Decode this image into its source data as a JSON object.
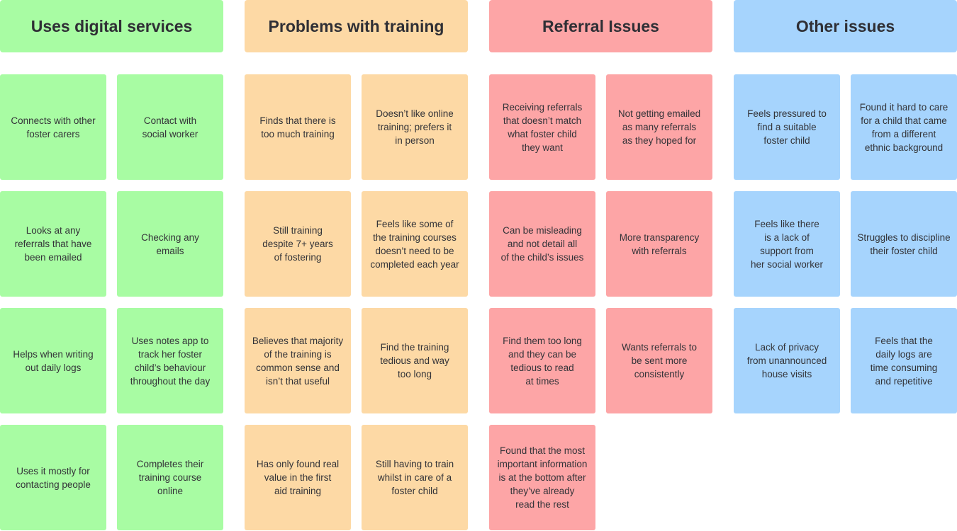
{
  "columns": [
    {
      "title": "Uses digital services",
      "color": "#a8fca3",
      "notes": [
        "Connects with other\nfoster carers",
        "Contact with\nsocial worker",
        "Looks at any\nreferrals that have\nbeen emailed",
        "Checking any\nemails",
        "Helps when writing\nout daily logs",
        "Uses notes app to\ntrack her foster\nchild’s behaviour\nthroughout the day",
        "Uses it mostly for\ncontacting people",
        "Completes their\ntraining course\nonline"
      ]
    },
    {
      "title": "Problems with training",
      "color": "#fdd9a5",
      "notes": [
        "Finds that there is\ntoo much training",
        "Doesn’t like online\ntraining; prefers it\nin person",
        "Still training\ndespite 7+ years\nof fostering",
        "Feels like some of\nthe training courses\ndoesn’t need to be\ncompleted each year",
        "Believes that majority\nof the training is\ncommon sense and\nisn’t that useful",
        "Find the training\ntedious and way\ntoo long",
        "Has only found real\nvalue in the first\naid training",
        "Still having to train\nwhilst in care of a\nfoster child"
      ]
    },
    {
      "title": "Referral Issues",
      "color": "#fda5a6",
      "notes": [
        "Receiving referrals\nthat doesn’t match\nwhat foster child\nthey want",
        "Not getting emailed\nas many referrals\nas they hoped for",
        "Can be misleading\nand not detail all\nof the child’s issues",
        "More transparency\nwith referrals",
        "Find them too long\nand they can be\ntedious to read\nat times",
        "Wants referrals to\nbe sent more\nconsistently",
        "Found that the most\nimportant information\nis at the bottom after\nthey’ve already\nread the rest"
      ]
    },
    {
      "title": "Other issues",
      "color": "#a6d4fd",
      "notes": [
        "Feels pressured to\nfind a suitable\nfoster child",
        "Found it hard to care\nfor a child that came\nfrom a different\nethnic background",
        "Feels like there\nis a lack of\nsupport from\nher social worker",
        "Struggles to discipline\ntheir foster child",
        "Lack of privacy\nfrom unannounced\nhouse visits",
        "Feels that the\ndaily logs are\ntime consuming\nand repetitive"
      ]
    }
  ]
}
